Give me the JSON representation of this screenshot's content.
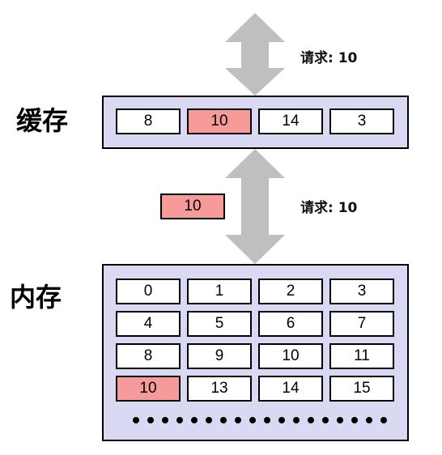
{
  "labels": {
    "cache": "缓存",
    "memory": "内存"
  },
  "requests": {
    "top": "请求: 10",
    "middle": "请求: 10"
  },
  "cache_cells": [
    "8",
    "10",
    "14",
    "3"
  ],
  "cache_highlight_index": 1,
  "transfer_value": "10",
  "memory_cells": [
    "0",
    "1",
    "2",
    "3",
    "4",
    "5",
    "6",
    "7",
    "8",
    "9",
    "10",
    "11",
    "10",
    "13",
    "14",
    "15"
  ],
  "memory_highlight_index": 12,
  "colors": {
    "panel": "#d9d9f3",
    "highlight": "#f79a9a",
    "arrow": "#bfbfbf"
  }
}
